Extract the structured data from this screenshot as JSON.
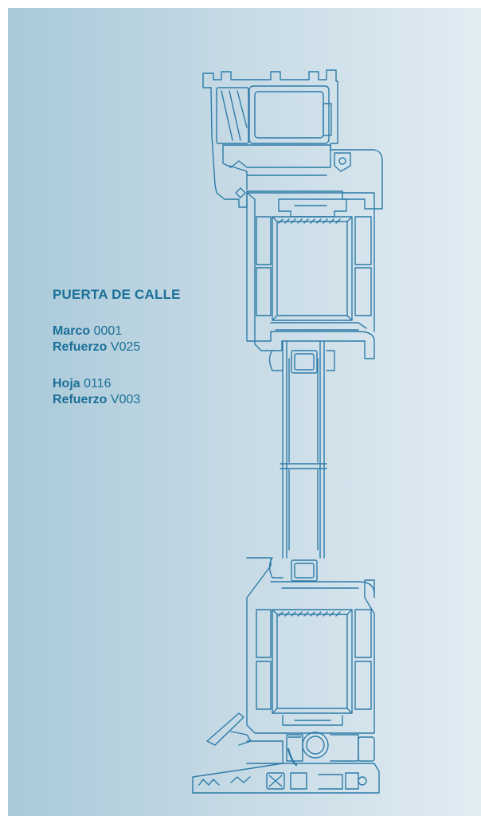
{
  "title": "PUERTA DE CALLE",
  "groups": [
    {
      "profile_label": "Marco",
      "profile_code": "0001",
      "reinforcement_label": "Refuerzo",
      "reinforcement_code": "V025"
    },
    {
      "profile_label": "Hoja",
      "profile_code": "0116",
      "reinforcement_label": "Refuerzo",
      "reinforcement_code": "V003"
    }
  ],
  "colors": {
    "line": "#2d7ba8",
    "text": "#1b6f98"
  },
  "illustration": "door-profile-cross-section"
}
